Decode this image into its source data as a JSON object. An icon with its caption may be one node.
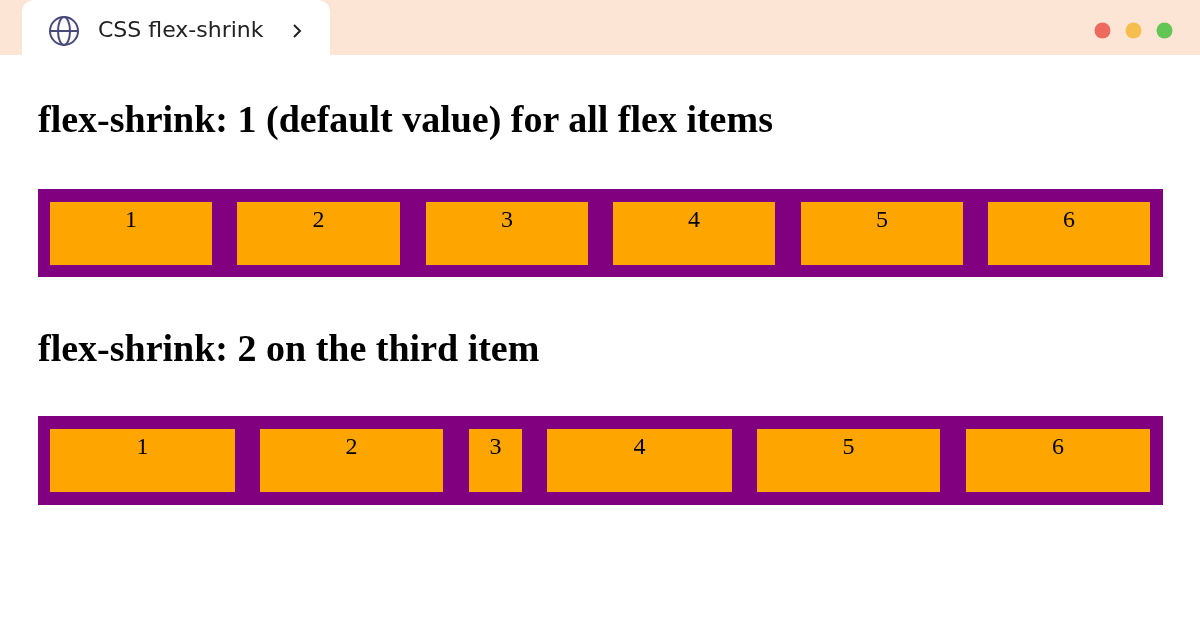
{
  "diagram": {
    "labels": [
      "CSS flex-shrink",
      "flex-shrink: 1 (default value) for all flex items",
      "flex-shrink: 2 on the third item"
    ],
    "nodes": [
      {
        "text": [],
        "shape": "box"
      },
      {
        "text": [
          "1"
        ],
        "in": 0
      },
      {
        "text": [
          "2"
        ],
        "in": 0
      },
      {
        "text": [
          "3"
        ],
        "in": 0
      },
      {
        "text": [
          "4"
        ],
        "in": 0
      },
      {
        "text": [
          "5"
        ],
        "in": 0
      },
      {
        "text": [
          "6"
        ],
        "in": 0
      },
      {
        "text": [],
        "shape": "box"
      },
      {
        "text": [
          "1"
        ],
        "in": 7
      },
      {
        "text": [
          "2"
        ],
        "in": 7
      },
      {
        "text": [
          "3"
        ],
        "in": 7
      },
      {
        "text": [
          "4"
        ],
        "in": 7
      },
      {
        "text": [
          "5"
        ],
        "in": 7
      },
      {
        "text": [
          "6"
        ],
        "in": 7
      }
    ]
  }
}
